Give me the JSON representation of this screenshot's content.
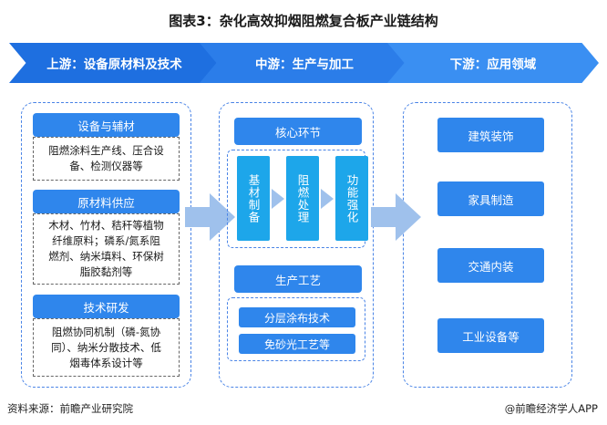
{
  "title": "图表3：杂化高效抑烟阻燃复合板产业链结构",
  "stages": {
    "upstream": "上游：设备原材料及技术",
    "midstream": "中游：生产与加工",
    "downstream": "下游：应用领域"
  },
  "upstream": {
    "equipment": {
      "label": "设备与辅材",
      "text": [
        "阻燃涂料生产线、压合设",
        "备、检测仪器等"
      ]
    },
    "materials": {
      "label": "原材料供应",
      "text": [
        "木材、竹材、秸秆等植物",
        "纤维原料；磷系/氮系阻",
        "燃剂、纳米填料、环保树",
        "脂胶黏剂等"
      ]
    },
    "research": {
      "label": "技术研发",
      "text": [
        "阻燃协同机制（磷-氮协",
        "同）、纳米分散技术、低",
        "烟毒体系设计等"
      ]
    }
  },
  "midstream": {
    "core_label": "核心环节",
    "core_steps": [
      "基材制备",
      "阻燃处理",
      "功能强化"
    ],
    "craft_label": "生产工艺",
    "crafts": [
      "分层涂布技术",
      "免砂光工艺等"
    ]
  },
  "downstream": {
    "apps": [
      "建筑装饰",
      "家具制造",
      "交通内装",
      "工业设备等"
    ]
  },
  "footer": {
    "source": "资料来源：前瞻产业研究院",
    "brand": "@前瞻经济学人APP"
  },
  "colors": {
    "chevron_dark": "#1e6fe0",
    "label_blue": "#2f86ec",
    "vbar_blue": "#1da6ea",
    "arrow": "#9fc1ec",
    "dashed_border": "#4a84e6"
  }
}
